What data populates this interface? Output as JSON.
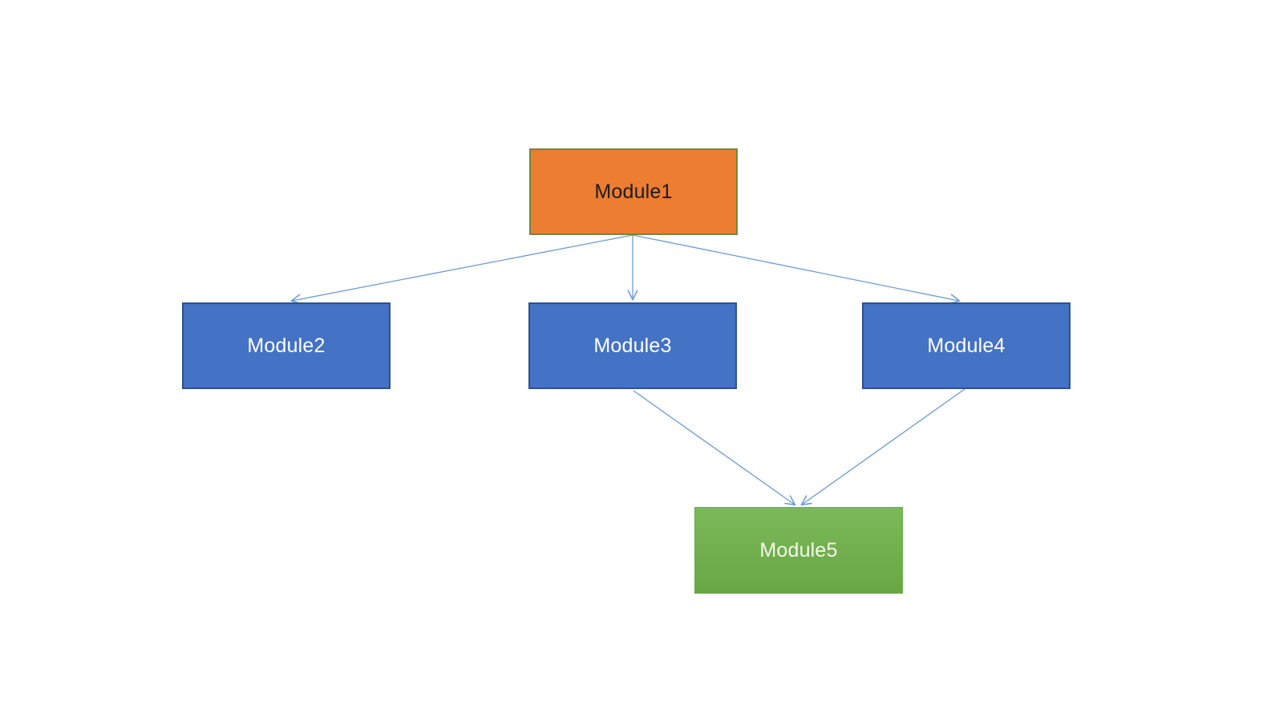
{
  "diagram": {
    "type": "flowchart",
    "nodes": [
      {
        "id": "module1",
        "label": "Module1",
        "fill": "#ED7D31",
        "border": "#6E8B3D",
        "text_color": "#1C1C1C"
      },
      {
        "id": "module2",
        "label": "Module2",
        "fill": "#4472C4",
        "border": "#2F528F",
        "text_color": "#FFFFFF"
      },
      {
        "id": "module3",
        "label": "Module3",
        "fill": "#4472C4",
        "border": "#2F528F",
        "text_color": "#FFFFFF"
      },
      {
        "id": "module4",
        "label": "Module4",
        "fill": "#4472C4",
        "border": "#2F528F",
        "text_color": "#FFFFFF"
      },
      {
        "id": "module5",
        "label": "Module5",
        "fill": "#73B152",
        "border": "#6BA94A",
        "text_color": "#F5F8EC"
      }
    ],
    "edges": [
      {
        "from": "module1",
        "to": "module2"
      },
      {
        "from": "module1",
        "to": "module3"
      },
      {
        "from": "module1",
        "to": "module4"
      },
      {
        "from": "module3",
        "to": "module5"
      },
      {
        "from": "module4",
        "to": "module5"
      }
    ],
    "arrow_color": "#6D9BD3",
    "background_color": "#FFFFFF"
  }
}
